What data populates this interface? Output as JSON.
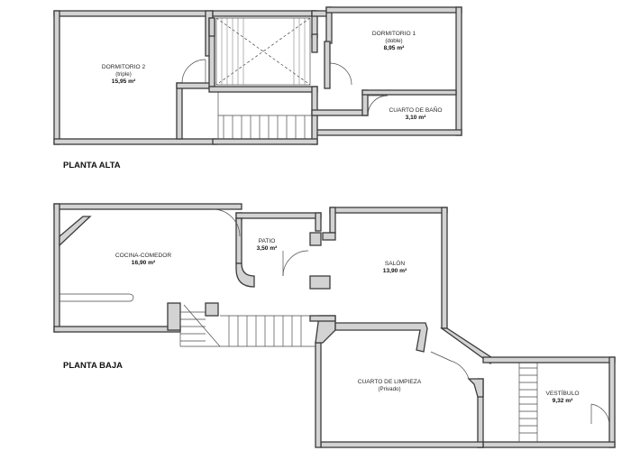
{
  "floors": {
    "upper": {
      "label": "PLANTA ALTA",
      "rooms": {
        "dormitorio2": {
          "name": "DORMITORIO 2",
          "note": "(triple)",
          "area": "15,95 m²"
        },
        "dormitorio1": {
          "name": "DORMITORIO 1",
          "note": "(doble)",
          "area": "8,95 m²"
        },
        "bano": {
          "name": "CUARTO DE BAÑO",
          "area": "3,10 m²"
        }
      }
    },
    "lower": {
      "label": "PLANTA BAJA",
      "rooms": {
        "cocina": {
          "name": "COCINA-COMEDOR",
          "area": "16,90 m²"
        },
        "patio": {
          "name": "PATIO",
          "area": "3,50 m²"
        },
        "salon": {
          "name": "SALÓN",
          "area": "13,90 m²"
        },
        "limpieza": {
          "name": "CUARTO DE LIMPIEZA",
          "note": "(Privado)"
        },
        "vestibulo": {
          "name": "VESTÍBULO",
          "area": "9,32 m²"
        }
      }
    }
  },
  "colors": {
    "wall_fill": "#d3d3d3",
    "wall_stroke": "#3b3b3b",
    "background": "#ffffff"
  }
}
